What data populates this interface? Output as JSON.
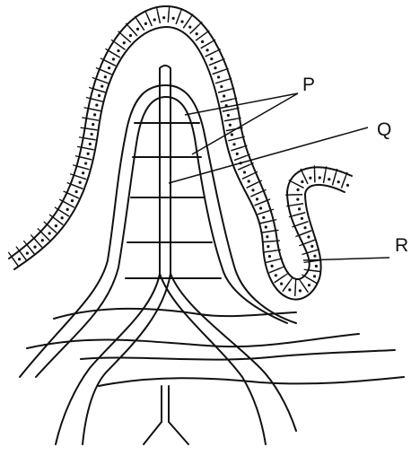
{
  "labels": {
    "p": "P",
    "q": "Q",
    "r": "R"
  },
  "colors": {
    "ink": "#111111",
    "background": "#ffffff"
  }
}
